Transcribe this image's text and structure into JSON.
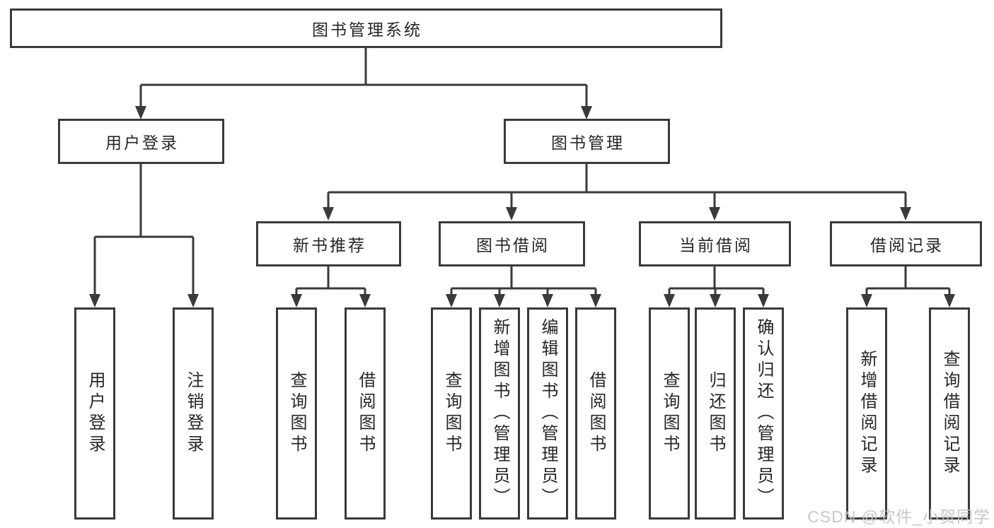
{
  "diagram": {
    "root": {
      "label": "图书管理系统"
    },
    "level2": {
      "user_login": {
        "label": "用户登录"
      },
      "book_management": {
        "label": "图书管理"
      }
    },
    "level3": {
      "new_book_recommendation": {
        "label": "新书推荐"
      },
      "book_borrowing": {
        "label": "图书借阅"
      },
      "current_borrowing": {
        "label": "当前借阅"
      },
      "borrowing_records": {
        "label": "借阅记录"
      }
    },
    "leaves": {
      "user_login": {
        "label": "用户登录"
      },
      "logout": {
        "label": "注销登录"
      },
      "recommend_query_books": {
        "label": "查询图书"
      },
      "recommend_borrow_books": {
        "label": "借阅图书"
      },
      "borrowing_query_books": {
        "label": "查询图书"
      },
      "borrowing_add_books_admin": {
        "label": "新增图书（管理员）"
      },
      "borrowing_edit_books_admin": {
        "label": "编辑图书（管理员）"
      },
      "borrowing_borrow_books": {
        "label": "借阅图书"
      },
      "current_query_books": {
        "label": "查询图书"
      },
      "current_return_books": {
        "label": "归还图书"
      },
      "current_confirm_return_admin": {
        "label": "确认归还（管理员）"
      },
      "records_add_record": {
        "label": "新增借阅记录"
      },
      "records_query_record": {
        "label": "查询借阅记录"
      }
    }
  },
  "watermark": {
    "text": "CSDN @软件_小贺同学"
  },
  "colors": {
    "line": "#3a3a3a",
    "text": "#262626",
    "background": "#ffffff",
    "watermark": "#bfc3c9"
  }
}
